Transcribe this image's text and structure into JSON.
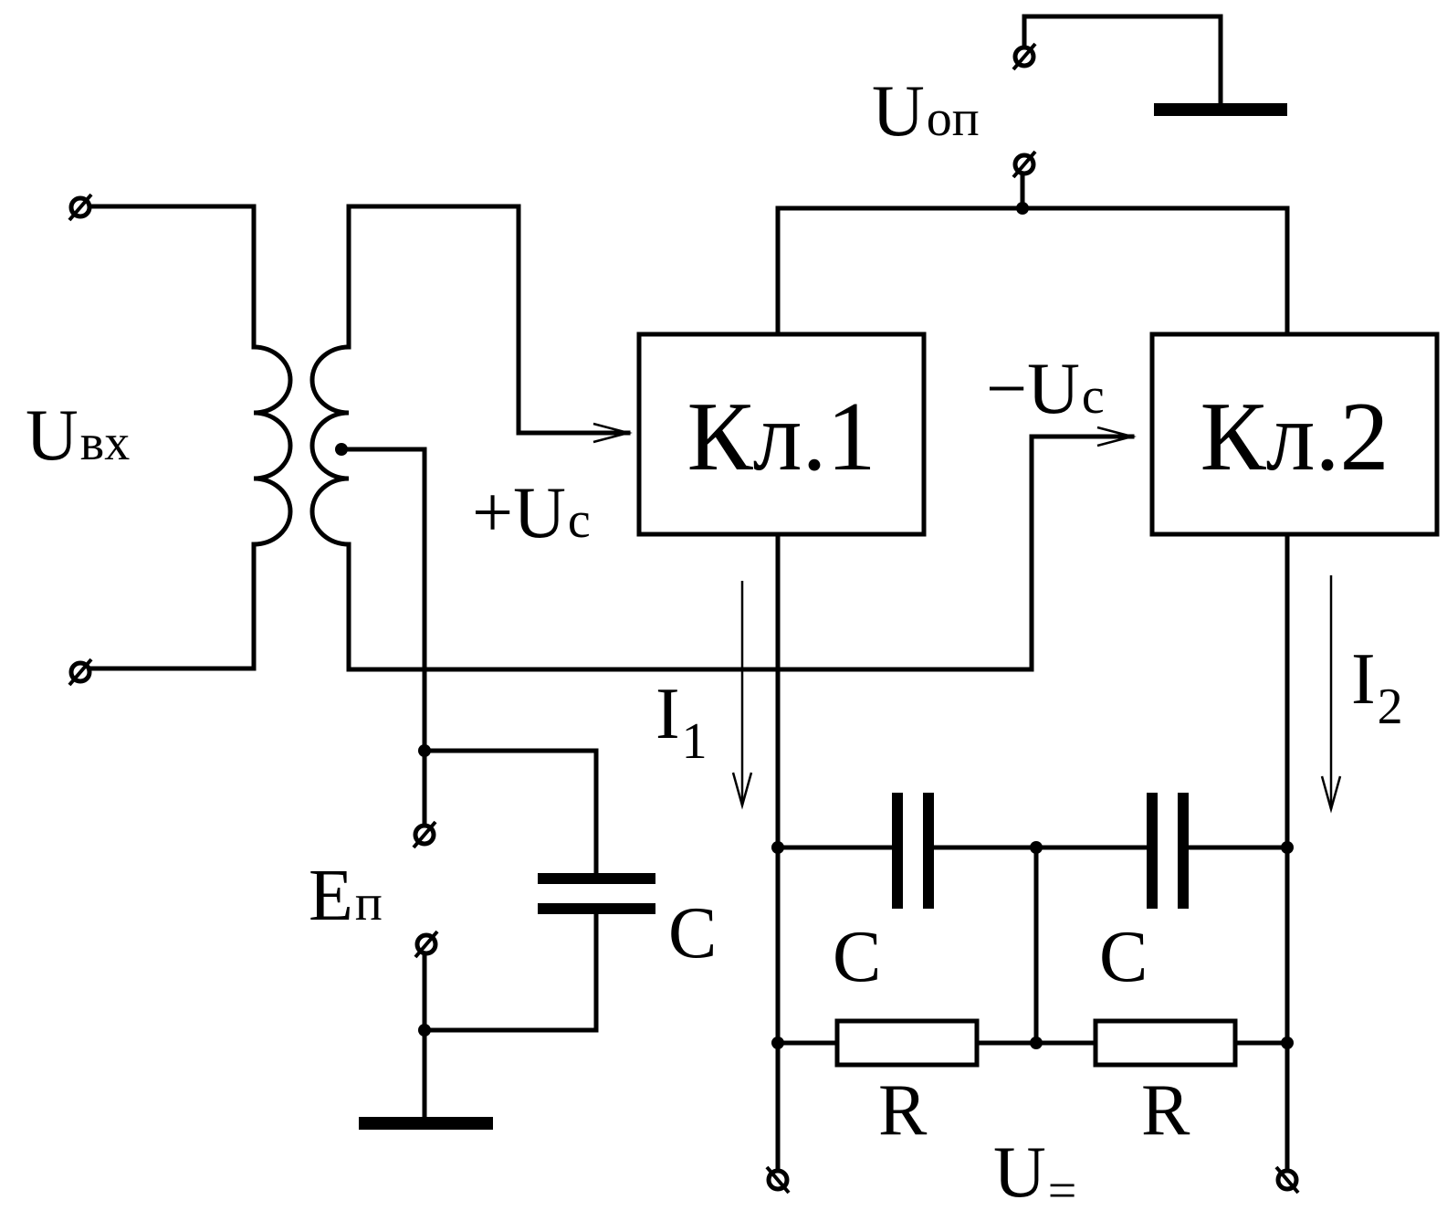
{
  "labels": {
    "u_in": {
      "main": "U",
      "sub": "вх"
    },
    "u_ref": {
      "main": "U",
      "sub": "оп"
    },
    "e_supply": {
      "main": "E",
      "sub": "п"
    },
    "u_out": {
      "main": "U",
      "sub": "="
    },
    "plus_uc": {
      "main": "+U",
      "sub": "c"
    },
    "minus_uc": {
      "main": "−U",
      "sub": "c"
    },
    "i1": {
      "main": "I",
      "sub": "1"
    },
    "i2": {
      "main": "I",
      "sub": "2"
    },
    "key1": "Кл.1",
    "key2": "Кл.2",
    "cap_supply": "C",
    "cap_out_1": "C",
    "cap_out_2": "C",
    "res_out_1": "R",
    "res_out_2": "R"
  }
}
